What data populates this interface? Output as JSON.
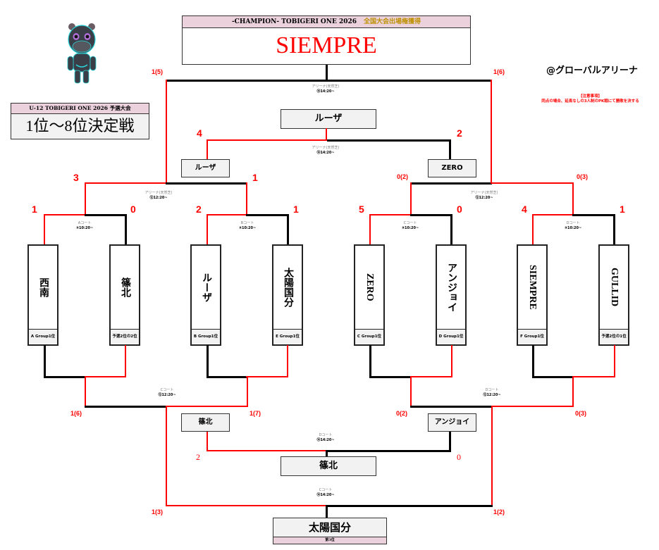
{
  "champion": {
    "header": "-CHAMPION- TOBIGERI ONE 2026",
    "header_highlight": "全国大会出場権獲得",
    "name": "SIEMPRE"
  },
  "organizer": "@グローバルアリーナ",
  "notice": {
    "title": "【注意事項】",
    "text": "同点の場合、延長なしの3人制のPK戦にて勝敗を決する"
  },
  "subtitle": {
    "header": "U-12 TOBIGERI ONE 2026 予選大会",
    "title": "1位〜8位決定戦"
  },
  "mascot": "hippo-robot-mascot",
  "colors": {
    "winner_line": "#ff0000",
    "loser_line": "#000000",
    "header_pink": "#ead1dc",
    "gold": "#bf9000"
  },
  "first_round": [
    {
      "court": "Aコート",
      "time": "⑨10:20~",
      "teams": [
        {
          "name": "西南",
          "group": "A Group1位",
          "score": "1"
        },
        {
          "name": "篠北",
          "group": "予選2位の2位",
          "score": "0"
        }
      ]
    },
    {
      "court": "Bコート",
      "time": "⑨10:20~",
      "teams": [
        {
          "name": "ルーザ",
          "group": "B Group1位",
          "score": "2"
        },
        {
          "name": "太陽国分",
          "group": "E Group1位",
          "score": "1"
        }
      ]
    },
    {
      "court": "Cコート",
      "time": "⑨10:20~",
      "teams": [
        {
          "name": "ZERO",
          "group": "C Group1位",
          "score": "5"
        },
        {
          "name": "アンジョイ",
          "group": "D Group1位",
          "score": "0"
        }
      ]
    },
    {
      "court": "Dコート",
      "time": "⑨10:20~",
      "teams": [
        {
          "name": "SIEMPRE",
          "group": "F Group1位",
          "score": "4"
        },
        {
          "name": "GULLID",
          "group": "予選2位の1位",
          "score": "1"
        }
      ]
    }
  ],
  "semifinals": [
    {
      "court": "アリーナ(天然芝)",
      "time": "⑫12:20~",
      "scores": [
        "3",
        "1"
      ]
    },
    {
      "court": "アリーナ(天然芝)",
      "time": "⑫12:20~",
      "scores": [
        "0(2)",
        "0(3)"
      ]
    }
  ],
  "final": {
    "court": "アリーナ(天然芝)",
    "time": "⑭14:20~",
    "scores": [
      "1(5)",
      "1(6)"
    ]
  },
  "fifth_place_match": {
    "court": "アリーナ(天然芝)",
    "time": "⑭14:20~",
    "teams": [
      {
        "name": "ルーザ",
        "score": "4"
      },
      {
        "name": "ZERO",
        "score": "2"
      }
    ],
    "winner": "ルーザ"
  },
  "consolation_first": [
    {
      "court": "Cコート",
      "time": "⑫12:20~",
      "scores": [
        "1(6)",
        "1(7)"
      ]
    },
    {
      "court": "Dコート",
      "time": "⑫12:20~",
      "scores": [
        "0(2)",
        "0(3)"
      ]
    }
  ],
  "seventh_place_match": {
    "court": "Dコート",
    "time": "⑭14:20~",
    "teams": [
      {
        "name": "篠北",
        "score": "2"
      },
      {
        "name": "アンジョイ",
        "score": "0"
      }
    ],
    "winner": "篠北"
  },
  "third_place_match": {
    "court": "Cコート",
    "time": "⑭14:20~",
    "scores": [
      "1(3)",
      "1(2)"
    ],
    "winner": "太陽国分",
    "rank_label": "第3位"
  }
}
